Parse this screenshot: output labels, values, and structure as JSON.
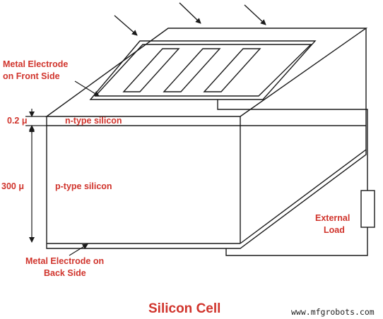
{
  "diagram": {
    "labels": {
      "front_electrode_line1": "Metal Electrode",
      "front_electrode_line2": "on Front Side",
      "n_thickness": "0.2 μ",
      "n_type": "n-type silicon",
      "p_thickness": "300 μ",
      "p_type": "p-type silicon",
      "load_line1": "External",
      "load_line2": "Load",
      "back_electrode_line1": "Metal Electrode on",
      "back_electrode_line2": "Back Side"
    },
    "caption": "Silicon Cell",
    "watermark": "www.mfgrobots.com",
    "colors": {
      "label": "#d0342c",
      "line": "#1a1a1a",
      "background": "#ffffff"
    }
  }
}
